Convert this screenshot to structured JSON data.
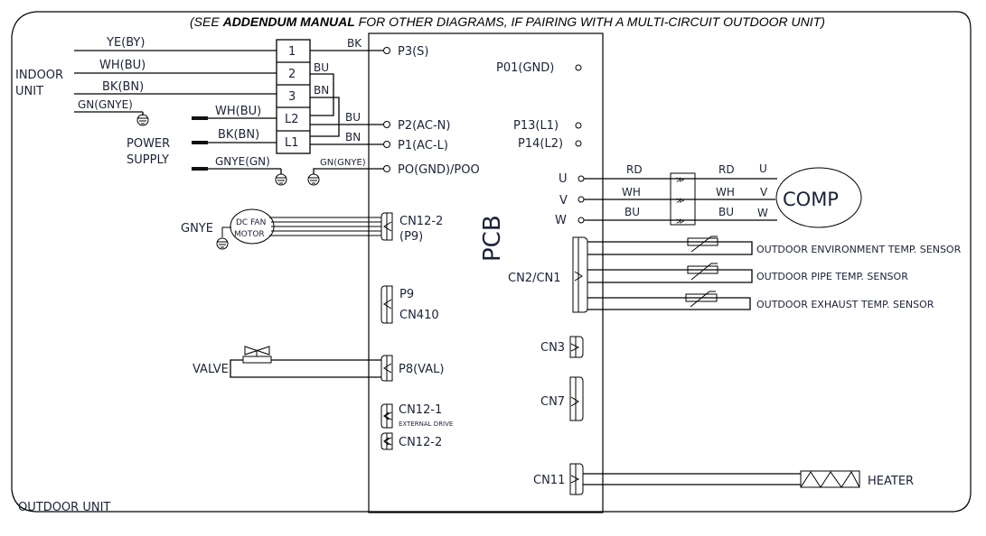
{
  "header": {
    "note_prefix": "(SEE ",
    "note_bold": "ADDENDUM MANUAL",
    "note_suffix": " FOR OTHER DIAGRAMS, IF PAIRING WITH A MULTI-CIRCUIT OUTDOOR UNIT)"
  },
  "frame_label": "OUTDOOR UNIT",
  "indoor": {
    "label_line1": "INDOOR",
    "label_line2": "UNIT",
    "wires": [
      "YE(BY)",
      "WH(BU)",
      "BK(BN)",
      "GN(GNYE)"
    ]
  },
  "power": {
    "label_line1": "POWER",
    "label_line2": "SUPPLY",
    "wires": [
      "WH(BU)",
      "BK(BN)",
      "GNYE(GN)"
    ]
  },
  "terminal_block": {
    "terminals": [
      "1",
      "2",
      "3",
      "L2",
      "L1"
    ],
    "jumper_labels": [
      "BK",
      "BU",
      "BN",
      "BU",
      "BN"
    ],
    "ground_wire": "GN(GNYE)"
  },
  "pcb": {
    "label": "PCB",
    "left_ports": [
      "P3(S)",
      "P2(AC-N)",
      "P1(AC-L)",
      "PO(GND)/POO"
    ],
    "right_ports": [
      "P01(GND)",
      "P13(L1)",
      "P14(L2)"
    ],
    "uvw_ports": [
      "U",
      "V",
      "W"
    ],
    "connectors_left": {
      "cn12_2_p9_line1": "CN12-2",
      "cn12_2_p9_line2": "(P9)",
      "p9_cn410_line1": "P9",
      "p9_cn410_line2": "CN410",
      "p8": "P8(VAL)",
      "cn12_1": "CN12-1",
      "external_drive": "EXTERNAL DRIVE",
      "cn12_2": "CN12-2"
    },
    "connectors_right": {
      "cn2_cn1": "CN2/CN1",
      "cn3": "CN3",
      "cn7": "CN7",
      "cn11": "CN11"
    }
  },
  "fan": {
    "ground_label": "GNYE",
    "motor_line1": "DC FAN",
    "motor_line2": "MOTOR"
  },
  "valve": {
    "label": "VALVE"
  },
  "compressor": {
    "label": "COMP",
    "wire_colors_left": [
      "RD",
      "WH",
      "BU"
    ],
    "wire_colors_right": [
      "RD",
      "WH",
      "BU"
    ],
    "phases": [
      "U",
      "V",
      "W"
    ]
  },
  "sensors": [
    "OUTDOOR  ENVIRONMENT  TEMP. SENSOR",
    "OUTDOOR  PIPE  TEMP. SENSOR",
    "OUTDOOR  EXHAUST  TEMP. SENSOR"
  ],
  "heater": {
    "label": "HEATER"
  }
}
